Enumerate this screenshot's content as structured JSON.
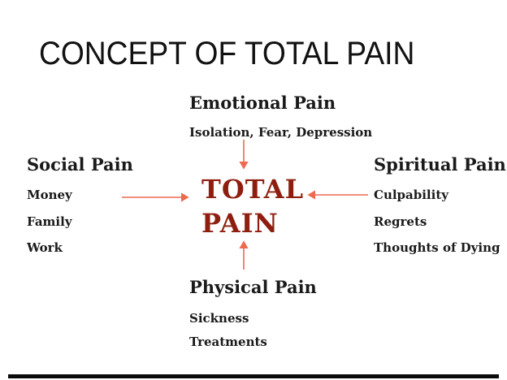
{
  "slide": {
    "title": "CONCEPT OF TOTAL PAIN"
  },
  "center": {
    "line1": "TOTAL",
    "line2": "PAIN"
  },
  "sections": {
    "emotional": {
      "heading": "Emotional Pain",
      "items": [
        "Isolation, Fear, Depression"
      ]
    },
    "social": {
      "heading": "Social Pain",
      "items": [
        "Money",
        "Family",
        "Work"
      ]
    },
    "spiritual": {
      "heading": "Spiritual Pain",
      "items": [
        "Culpability",
        "Regrets",
        "Thoughts of Dying"
      ]
    },
    "physical": {
      "heading": "Physical Pain",
      "items": [
        "Sickness",
        "Treatments"
      ]
    }
  },
  "colors": {
    "arrow_color": "#EE6A4F",
    "center_color": "#8E1F10",
    "text_color": "#1A1A1A",
    "bar_color": "#0B0B0B"
  }
}
